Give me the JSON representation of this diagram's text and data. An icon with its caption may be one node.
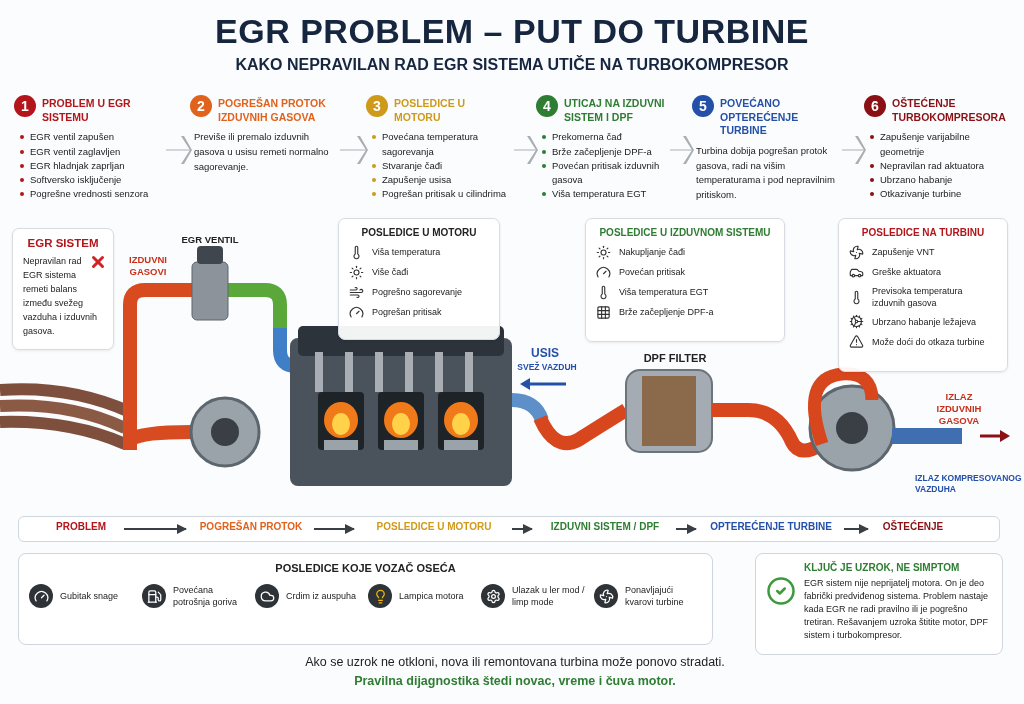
{
  "diagram": {
    "title": "EGR PROBLEM – PUT DO TURBINE",
    "nodes": [
      {
        "text": [
          "1",
          "PROBLEM U EGR SISTEMU",
          "EGR ventil zapušen",
          "EGR ventil zaglavljen",
          "EGR hladnjak zaprljan",
          "Softversko isključenje",
          "Pogrešne vrednosti senzora"
        ]
      },
      {
        "text": [
          "2",
          "POGREŠAN PROTOK IZDUVNIH GASOVA",
          "Previše ili premalo izduvnih gasova u usisu remeti normalno sagorevanje."
        ]
      },
      {
        "text": [
          "3",
          "POSLEDICE U MOTORU",
          "Povećana temperatura sagorevanja",
          "Stvaranje čađi",
          "Zapušenje usisa",
          "Pogrešan pritisak u cilindrima"
        ]
      },
      {
        "text": [
          "4",
          "UTICAJ NA IZDUVNI SISTEM I DPF",
          "Prekomerna čađ",
          "Brže začepljenje DPF-a",
          "Povećan pritisak izduvnih gasova",
          "Viša temperatura EGT"
        ]
      },
      {
        "text": [
          "5",
          "POVEĆANO OPTEREĆENJE TURBINE",
          "Turbina dobija pogrešan protok gasova, radi na višim temperaturama i pod nepravilnim pritiskom."
        ]
      },
      {
        "text": [
          "6",
          "OŠTEĆENJE TURBOKOMPRESORA",
          "Zapušenje varijabilne geometrije",
          "Nepravilan rad aktuatora",
          "Ubrzano habanje",
          "Otkazivanje turbine"
        ]
      },
      {
        "text": [
          "EGR SISTEM",
          "Nepravilan rad EGR sistema remeti balans između svežeg vazduha i izduvnih gasova."
        ]
      },
      {
        "text": [
          "POSLEDICE U MOTORU",
          "Viša temperatura",
          "Više čađi",
          "Pogrešno sagorevanje",
          "Pogrešan pritisak"
        ]
      },
      {
        "text": [
          "POSLEDICE U IZDUVNOM SISTEMU",
          "Nakupljanje čađi",
          "Povećan pritisak",
          "Viša temperatura EGT",
          "Brže začepljenje DPF-a"
        ]
      },
      {
        "text": [
          "POSLEDICE NA TURBINU",
          "Zapušenje VNT",
          "Greške aktuatora",
          "Previsoka temperatura izduvnih gasova",
          "Ubrzano habanje ležajeva",
          "Može doći do otkaza turbine"
        ]
      },
      {
        "text": [],
        "shape": "bar"
      },
      {
        "text": [
          "PROBLEM"
        ],
        "in": 10
      },
      {
        "text": [
          "POGREŠAN PROTOK"
        ],
        "in": 10
      },
      {
        "text": [
          "POSLEDICE U MOTORU"
        ],
        "in": 10
      },
      {
        "text": [
          "IZDUVNI SISTEM / DPF"
        ],
        "in": 10
      },
      {
        "text": [
          "OPTEREĆENJE TURBINE"
        ],
        "in": 10
      },
      {
        "text": [
          "OŠTEĆENJE"
        ],
        "in": 10
      },
      {
        "text": [
          "POSLEDICE KOJE VOZAČ OSEĆA",
          "Gubitak snage",
          "Povećana potrošnja goriva",
          "Crdim iz auspuha",
          "Lampica motora",
          "Ulazak u ler mod / limp mode",
          "Ponavljajući kvarovi turbine"
        ]
      },
      {
        "text": [
          "KLJUČ JE UZROK, NE SIMPTOM",
          "EGR sistem nije neprijatelj motora. On je deo fabrički predviđenog sistema. Problem nastaje kada EGR ne radi pravilno ili je pogrešno tretiran. Rešavanjem uzroka štitite motor, DPF sistem i turbokompresor."
        ]
      }
    ],
    "edges": [
      {
        "from": 0,
        "to": 1,
        "arrow": "to",
        "color": "#a0a6ac"
      },
      {
        "from": 1,
        "to": 2,
        "arrow": "to",
        "color": "#a0a6ac"
      },
      {
        "from": 2,
        "to": 3,
        "arrow": "to",
        "color": "#a0a6ac"
      },
      {
        "from": 3,
        "to": 4,
        "arrow": "to",
        "color": "#a0a6ac"
      },
      {
        "from": 4,
        "to": 5,
        "arrow": "to",
        "color": "#a0a6ac"
      },
      {
        "from": 11,
        "to": 12,
        "arrow": "to",
        "color": "#3a3f45"
      },
      {
        "from": 12,
        "to": 13,
        "arrow": "to",
        "color": "#3a3f45"
      },
      {
        "from": 13,
        "to": 14,
        "arrow": "to",
        "color": "#3a3f45"
      },
      {
        "from": 14,
        "to": 15,
        "arrow": "to",
        "color": "#3a3f45"
      },
      {
        "from": 15,
        "to": 16,
        "arrow": "to",
        "color": "#3a3f45"
      }
    ],
    "labels": [
      "KAKO NEPRAVILAN RAD EGR SISTEMA UTIČE NA TURBOKOMPRESOR",
      "EGR VENTIL",
      "IZDUVNI GASOVI",
      "USIS",
      "SVEŽ VAZDUH",
      "DPF FILTER",
      "IZLAZ IZDUVNIH GASOVA",
      "IZLAZ KOMPRESOVANOG VAZDUHA",
      "Ako se uzrok ne otkloni, nova ili remontovana turbina može ponovo stradati.",
      "Pravilna dijagnostika štedi novac, vreme i čuva motor."
    ]
  }
}
